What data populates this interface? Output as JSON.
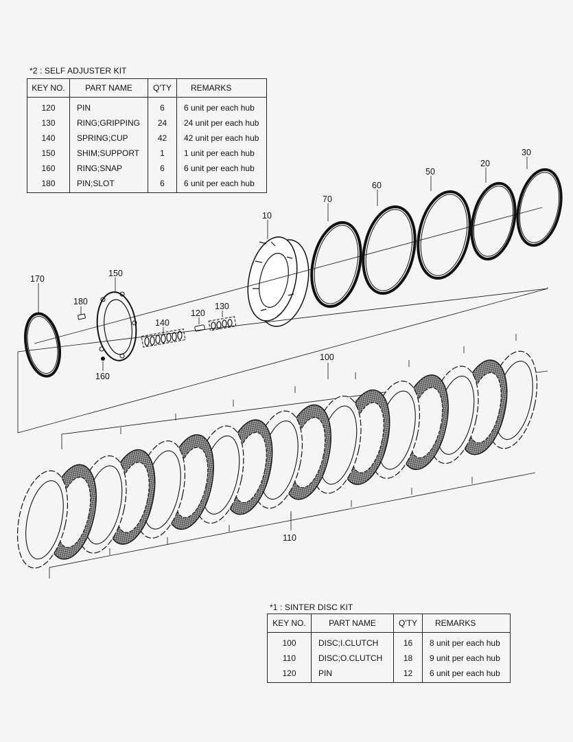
{
  "self_adjuster_kit": {
    "title": "*2 : SELF ADJUSTER KIT",
    "headers": [
      "KEY NO.",
      "PART NAME",
      "Q'TY",
      "REMARKS"
    ],
    "rows": [
      [
        "120",
        "PIN",
        "6",
        "6 unit per each hub"
      ],
      [
        "130",
        "RING;GRIPPING",
        "24",
        "24 unit per each hub"
      ],
      [
        "140",
        "SPRING;CUP",
        "42",
        "42 unit per each hub"
      ],
      [
        "150",
        "SHIM;SUPPORT",
        "1",
        "1 unit per each hub"
      ],
      [
        "160",
        "RING;SNAP",
        "6",
        "6 unit per each hub"
      ],
      [
        "180",
        "PIN;SLOT",
        "6",
        "6 unit per each hub"
      ]
    ]
  },
  "sinter_disc_kit": {
    "title": "*1 : SINTER DISC KIT",
    "headers": [
      "KEY NO.",
      "PART NAME",
      "Q'TY",
      "REMARKS"
    ],
    "rows": [
      [
        "100",
        "DISC;I.CLUTCH",
        "16",
        "8 unit per each hub"
      ],
      [
        "110",
        "DISC;O.CLUTCH",
        "18",
        "9 unit per each hub"
      ],
      [
        "120",
        "PIN",
        "12",
        "6 unit per each hub"
      ]
    ]
  },
  "callouts": {
    "c10": "10",
    "c20": "20",
    "c30": "30",
    "c50": "50",
    "c60": "60",
    "c70": "70",
    "c100": "100",
    "c110": "110",
    "c120": "120",
    "c130": "130",
    "c140": "140",
    "c150": "150",
    "c160": "160",
    "c170": "170",
    "c180": "180"
  }
}
